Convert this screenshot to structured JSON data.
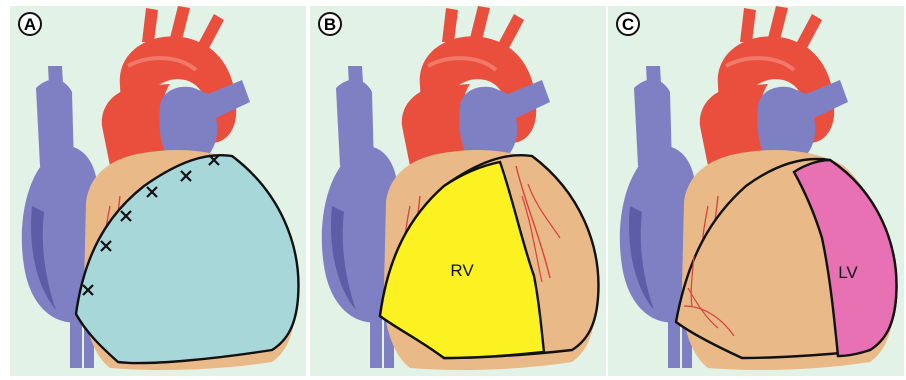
{
  "panels": [
    {
      "letter": "A",
      "region_label": ""
    },
    {
      "letter": "B",
      "region_label": "RV"
    },
    {
      "letter": "C",
      "region_label": "LV"
    }
  ],
  "colors": {
    "background": "#e3f2e7",
    "vein": "#7f7fc4",
    "vein_dark": "#5d5ca6",
    "aorta": "#ea4f3e",
    "aorta_light": "#f27868",
    "heart": "#e9b988",
    "coronary_artery": "#d8413a",
    "patch_a": "#a8d7d9",
    "rv_fill": "#fdf221",
    "lv_fill": "#e771b3",
    "outline": "#111111"
  },
  "icons": [
    "suture-cross-icon"
  ]
}
